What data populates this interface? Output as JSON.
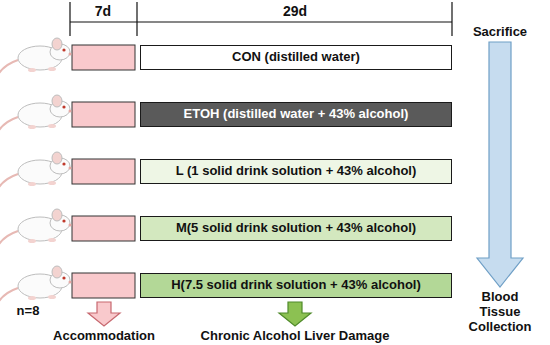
{
  "diagram": {
    "nodes": [
      {
        "text": [
          "CON (distilled water)"
        ]
      },
      {
        "text": [
          "ETOH (distilled water + 43% alcohol)"
        ]
      },
      {
        "text": [
          "L (1 solid drink solution + 43% alcohol)"
        ]
      },
      {
        "text": [
          "M(5 solid drink solution + 43% alcohol)"
        ]
      },
      {
        "text": [
          "H(7.5 solid drink solution + 43% alcohol)"
        ]
      }
    ],
    "edges": [],
    "labels": [
      "7d",
      "29d",
      "Sacrifice",
      "n=8",
      "Accommodation",
      "Chronic Alcohol Liver Damage",
      "Blood Tissue Collection"
    ]
  }
}
